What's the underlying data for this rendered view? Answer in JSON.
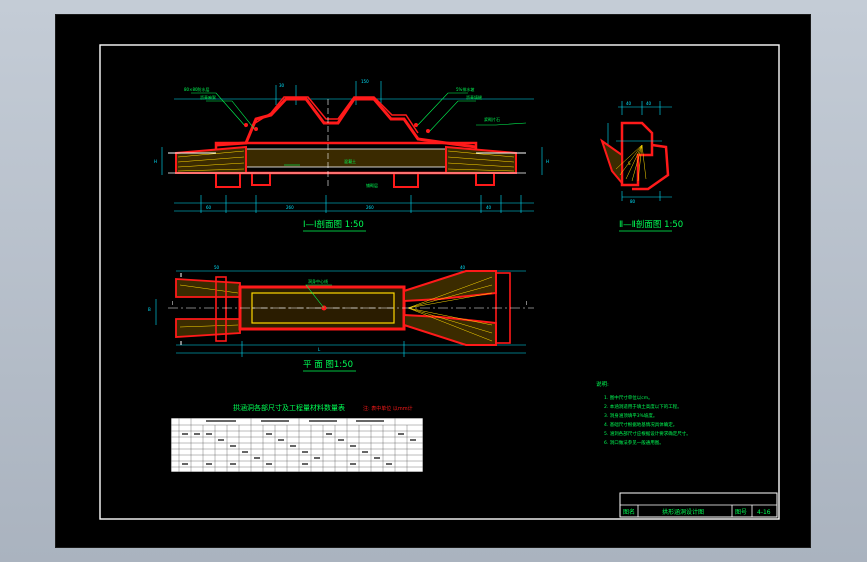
{
  "drawing": {
    "title_block": {
      "label_left": "图名",
      "drawing_name": "拱形涵洞设计图",
      "label_number": "图号",
      "drawing_number": "4-16"
    },
    "views": {
      "section_1": "Ⅰ—Ⅰ剖面图 1:50",
      "section_2": "Ⅱ—Ⅱ剖面图 1:50",
      "plan": "平  面  图1:50"
    },
    "table": {
      "title": "拱涵洞各部尺寸及工程量材料数量表",
      "note": "注: 表中单位 以mm计"
    },
    "notes": {
      "heading": "说明:",
      "items": [
        "1. 图中尺寸单位以cm。",
        "2. 本涵洞适用于填土高度以下的工程。",
        "3. 洞身涵顶填平3%坡度。",
        "4. 基础尺寸根据地基情况具体确定。",
        "5. 涵洞各部尺寸应根据设计要求确定尺寸。",
        "6. 洞口做法参见一般通用图。"
      ]
    },
    "colors": {
      "line_white": "#ffffff",
      "line_red": "#ff1a1a",
      "dim_cyan": "#00e5ff",
      "text_green": "#00ff55",
      "hatch_yellow": "#ffd800",
      "table_bg": "#ffffff"
    }
  }
}
